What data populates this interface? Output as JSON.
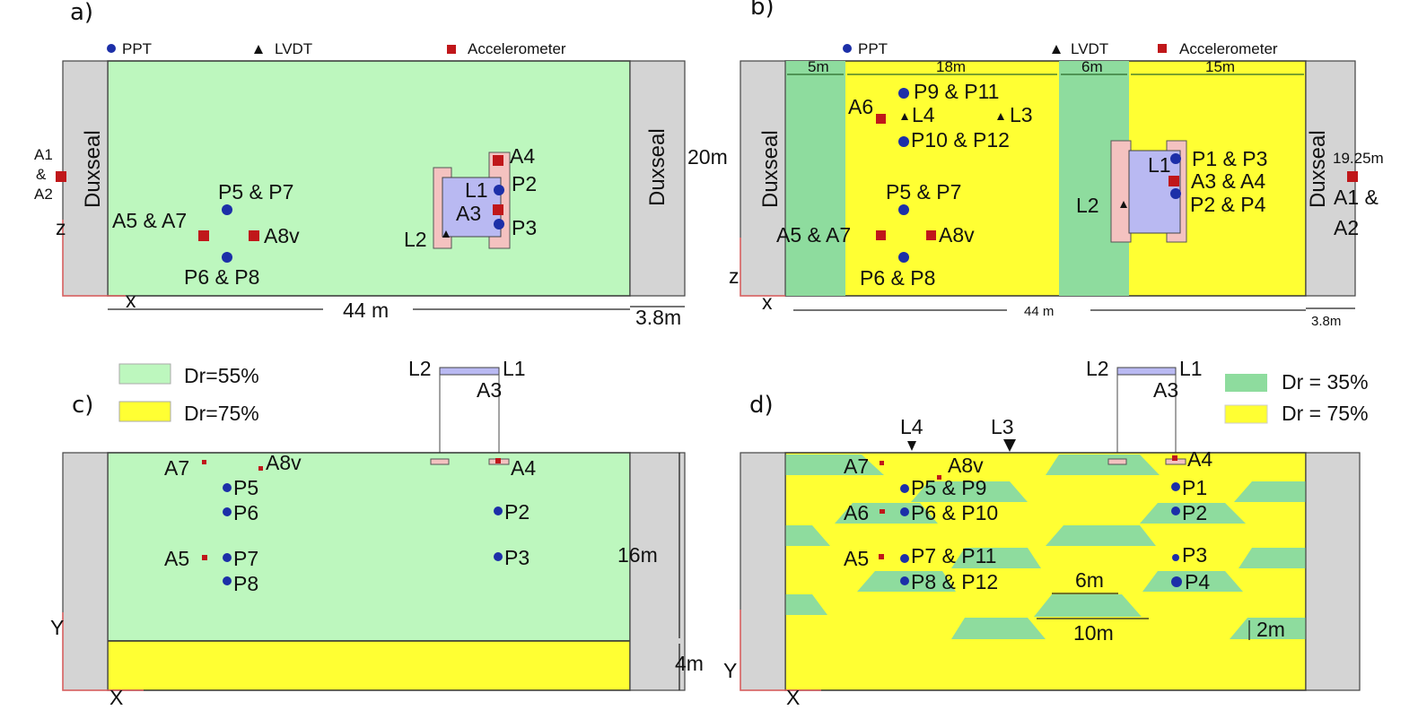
{
  "colors": {
    "dr55": "#bdf7be",
    "dr75": "#ffff33",
    "dr35": "#8edc9e",
    "duxseal": "#d4d4d4",
    "ppt": "#1c2fa8",
    "accelerometer": "#c0171a",
    "lvdt": "#111111",
    "footing": "#b9b9f2",
    "pad": "#f4c2c0"
  },
  "legend": {
    "ppt": "PPT",
    "lvdt": "LVDT",
    "accelerometer": "Accelerometer"
  },
  "panel_a": {
    "label": "a)",
    "duxseal_left": "Duxseal",
    "duxseal_right": "Duxseal",
    "height": "20m",
    "length": "44 m",
    "duxseal_width": "3.8m",
    "a1": "A1",
    "amp": "&",
    "a2": "A2",
    "z": "z",
    "x": "x",
    "p5p7": "P5 & P7",
    "a5a7": "A5 & A7",
    "a8v": "A8v",
    "p6p8": "P6 & P8",
    "a4": "A4",
    "l1": "L1",
    "p2": "P2",
    "a3": "A3",
    "p3": "P3",
    "l2": "L2"
  },
  "panel_b": {
    "label": "b)",
    "duxseal_left": "Duxseal",
    "duxseal_right": "Duxseal",
    "d5": "5m",
    "d18": "18m",
    "d6": "6m",
    "d15": "15m",
    "p9p11": "P9 & P11",
    "a6": "A6",
    "l4": "L4",
    "l3": "L3",
    "p10p12": "P10 & P12",
    "p5p7": "P5 & P7",
    "a5a7": "A5 & A7",
    "a8v": "A8v",
    "p6p8": "P6 & P8",
    "l1": "L1",
    "l2": "L2",
    "p1p3": "P1 & P3",
    "a3a4": "A3 & A4",
    "p2p4": "P2 & P4",
    "depth": "19.25m",
    "a1": "A1 &",
    "a2": "A2",
    "z": "z",
    "x": "x",
    "length": "44 m",
    "duxseal_width": "3.8m"
  },
  "panel_c": {
    "label": "c)",
    "legend_dr55": "Dr=55%",
    "legend_dr75": "Dr=75%",
    "l2": "L2",
    "l1": "L1",
    "a3": "A3",
    "a4": "A4",
    "a7": "A7",
    "a8v": "A8v",
    "p5": "P5",
    "p6": "P6",
    "a5": "A5",
    "p7": "P7",
    "p8": "P8",
    "p2": "P2",
    "p3": "P3",
    "h16": "16m",
    "h4": "4m",
    "y": "Y",
    "x": "X"
  },
  "panel_d": {
    "label": "d)",
    "legend_dr35": "Dr = 35%",
    "legend_dr75": "Dr = 75%",
    "l2": "L2",
    "l1": "L1",
    "a3": "A3",
    "a4": "A4",
    "l4": "L4",
    "l3": "L3",
    "a7": "A7",
    "a8v": "A8v",
    "p5p9": "P5 & P9",
    "a6": "A6",
    "p6p10": "P6 & P10",
    "a5": "A5",
    "p7p11": "P7 & P11",
    "p8p12": "P8 & P12",
    "p1": "P1",
    "p2": "P2",
    "p3": "P3",
    "p4": "P4",
    "w6": "6m",
    "w10": "10m",
    "h2": "2m",
    "y": "Y",
    "x": "X"
  }
}
